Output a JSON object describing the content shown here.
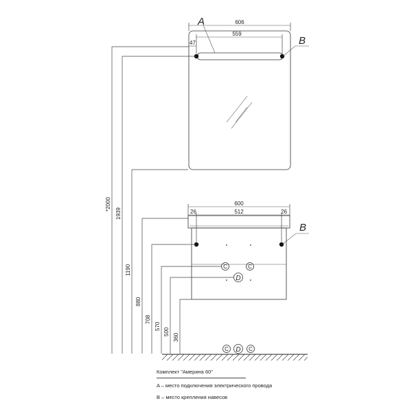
{
  "mirror": {
    "dim_overall": "606",
    "dim_light": "559",
    "dim_edge": "47",
    "label_a": "A",
    "label_b": "B"
  },
  "cabinet": {
    "dim_overall": "600",
    "dim_inner": "512",
    "dim_left": "26",
    "dim_right": "26",
    "label_b": "B",
    "label_d": "D",
    "pipe_symbol": "C"
  },
  "floor": {
    "label_d": "D",
    "pipe_symbol": "C"
  },
  "heights": [
    "*2000",
    "1939",
    "1190",
    "880",
    "708",
    "570",
    "500",
    "360"
  ],
  "legend": {
    "title": "Комплект \"Америна 60\"",
    "a": "A – место подключения электрического провода",
    "b": "B – место крепления навесов"
  }
}
